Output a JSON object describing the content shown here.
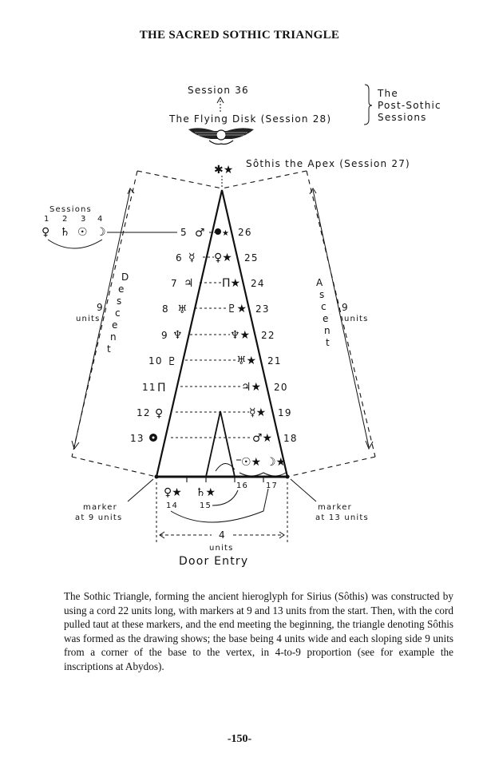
{
  "page_title": "THE SACRED SOTHIC TRIANGLE",
  "diagram": {
    "top_session": "Session 36",
    "flying_disk": "The Flying Disk (Session 28)",
    "post_sothic_1": "The",
    "post_sothic_2": "Post-Sothic",
    "post_sothic_3": "Sessions",
    "apex_label": "Sôthis the Apex (Session 27)",
    "sessions_label": "Sessions",
    "sessions_nums": [
      "1",
      "2",
      "3",
      "4"
    ],
    "descent_letters": [
      "D",
      "e",
      "s",
      "c",
      "e",
      "n",
      "t"
    ],
    "ascent_letters": [
      "A",
      "s",
      "c",
      "e",
      "n",
      "t"
    ],
    "left_units_num": "9",
    "left_units": "units",
    "right_units_num": "9",
    "right_units": "units",
    "left_numbers": [
      "5",
      "6",
      "7",
      "8",
      "9",
      "10",
      "11",
      "12",
      "13"
    ],
    "right_numbers": [
      "26",
      "25",
      "24",
      "23",
      "22",
      "21",
      "20",
      "19",
      "18"
    ],
    "base_right_numbers": [
      "16",
      "17"
    ],
    "base_left_numbers": [
      "14",
      "15"
    ],
    "marker_left_1": "marker",
    "marker_left_2": "at 9 units",
    "marker_right_1": "marker",
    "marker_right_2": "at 13 units",
    "base_units_num": "4",
    "base_units": "units",
    "door_entry": "Door Entry"
  },
  "caption": "The Sothic Triangle, forming the ancient hieroglyph for Sirius (Sôthis) was constructed by using a cord 22 units long, with markers at 9 and 13 units from the start. Then, with the cord pulled taut at these markers, and the end meeting the beginning, the triangle denoting Sôthis was formed as the drawing shows; the base being 4 units wide and each sloping side 9 units from a corner of the base to the vertex, in 4-to-9 proportion (see for example the inscriptions at Abydos).",
  "page_number": "-150-"
}
